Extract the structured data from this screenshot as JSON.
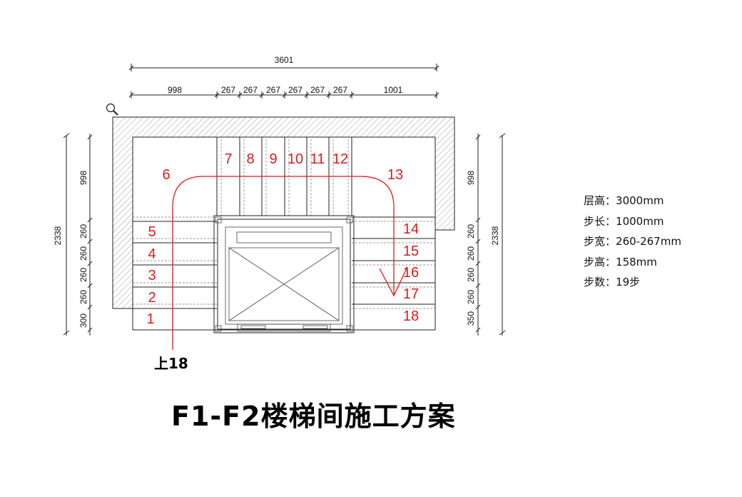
{
  "title": "F1-F2楼梯间施工方案",
  "dimensions": {
    "total_width": "3601",
    "segments": [
      "998",
      "267",
      "267",
      "267",
      "267",
      "267",
      "267",
      "1001"
    ],
    "total_height": "2338",
    "left_rows": [
      "998",
      "260",
      "260",
      "260",
      "260",
      "300"
    ],
    "right_rows": [
      "998",
      "260",
      "260",
      "260",
      "260",
      "350"
    ]
  },
  "steps": [
    "1",
    "2",
    "3",
    "4",
    "5",
    "6",
    "7",
    "8",
    "9",
    "10",
    "11",
    "12",
    "13",
    "14",
    "15",
    "16",
    "17",
    "18"
  ],
  "up_label": "上18",
  "specs": [
    {
      "label": "层高",
      "value": "3000mm"
    },
    {
      "label": "步长",
      "value": "1000mm"
    },
    {
      "label": "步宽",
      "value": "260-267mm"
    },
    {
      "label": "步高",
      "value": "158mm"
    },
    {
      "label": "步数",
      "value": "19步"
    }
  ],
  "colors": {
    "step_numbers": "#e01a1a",
    "walk_line": "#e01a1a",
    "lines": "#222222"
  },
  "icons": {
    "cursor": "magnifier-icon"
  }
}
